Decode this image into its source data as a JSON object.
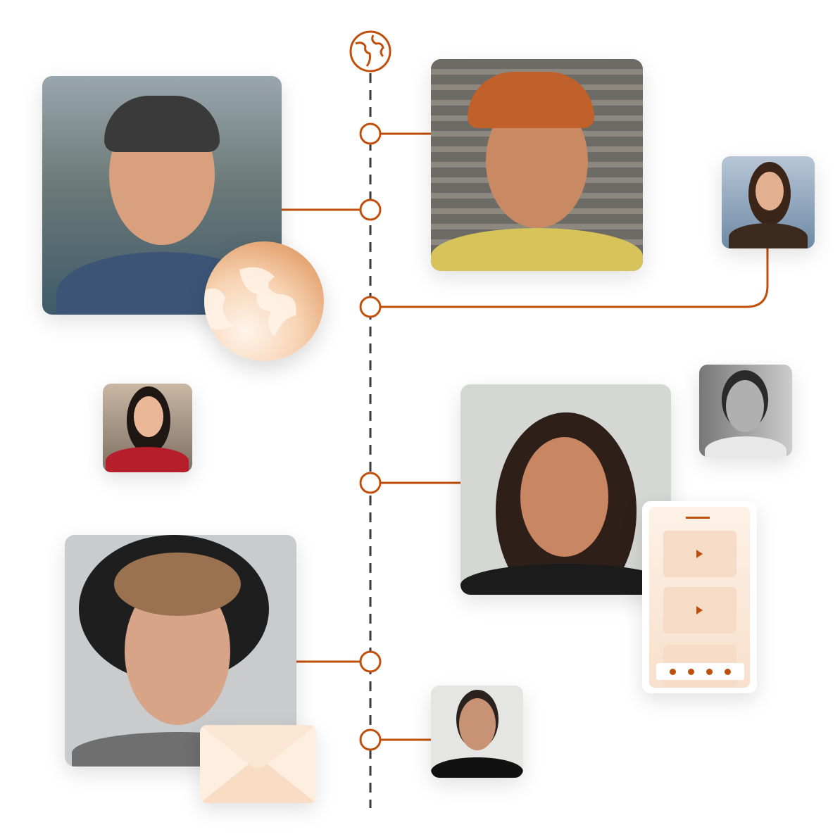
{
  "colors": {
    "accent": "#c04f0b",
    "line": "#3a3a3a",
    "peach": "#fdeee0"
  },
  "icons": {
    "top": "globe-icon",
    "large_badge": "globe-icon",
    "envelope": "envelope-icon",
    "phone": "phone-app-icon"
  },
  "people": [
    {
      "name": "person-man-backwards-cap"
    },
    {
      "name": "person-woman-orange-cap"
    },
    {
      "name": "person-woman-brown-hair-small"
    },
    {
      "name": "person-woman-red-top-small"
    },
    {
      "name": "person-woman-long-hair"
    },
    {
      "name": "person-man-bw-small"
    },
    {
      "name": "person-man-curly-hat"
    },
    {
      "name": "person-man-black-tee-small"
    }
  ]
}
